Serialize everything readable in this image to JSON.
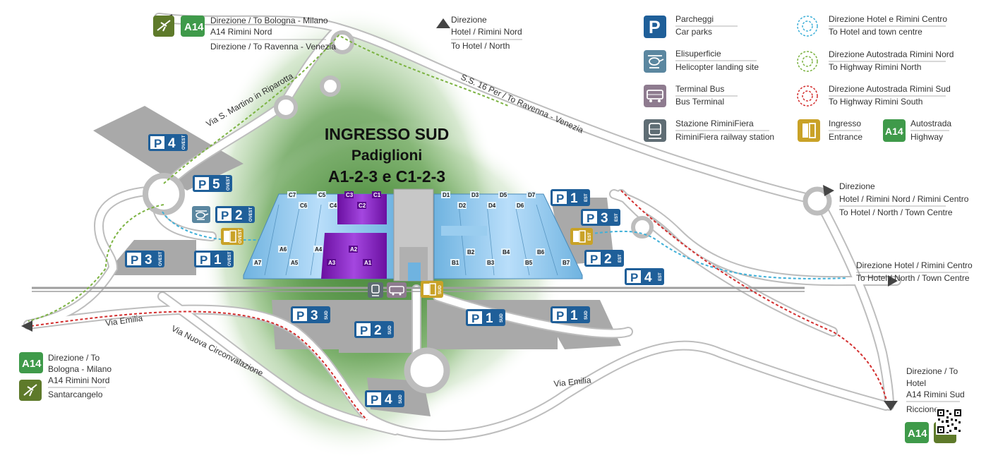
{
  "colors": {
    "road": "#ffffff",
    "road_edge": "#bdbdbd",
    "parking": "#a9a9a9",
    "parking_sign": "#1f5f99",
    "hall_blue": "#8ec6ea",
    "hall_purple": "#8a1cc2",
    "green": "#4a8a3c",
    "route_hotel": "#3fb0d8",
    "route_north": "#7cb342",
    "route_south": "#d32f2f",
    "entrance_gold": "#c9a227",
    "highway_green": "#3f9a4a",
    "airport_olive": "#5e7a2a",
    "helicopter": "#5b87a0",
    "bus": "#8e7b8f",
    "rail": "#5f6d74"
  },
  "hero": {
    "line1": "INGRESSO SUD",
    "line2": "Padiglioni",
    "line3": "A1-2-3 e C1-2-3"
  },
  "roads": {
    "via_san_martino": "Via S. Martino in Riparotta",
    "ss16": "S.S. 16 Per / To Ravenna - Venezia",
    "via_emilia_west": "Via Emilia",
    "via_nuova": "Via Nuova Circonvalazione",
    "via_emilia_south": "Via Emilia"
  },
  "directions": {
    "top_left": {
      "badge": "A14",
      "line1": "Direzione / To Bologna - Milano",
      "line2": "A14 Rimini Nord",
      "line3": "Direzione / To Ravenna - Venezia",
      "icon": "airplane-icon"
    },
    "top_center": {
      "line1": "Direzione",
      "line2": "Hotel / Rimini Nord",
      "line3": "To Hotel / North"
    },
    "right_upper": {
      "line1": "Direzione",
      "line2": "Hotel / Rimini Nord / Rimini Centro",
      "line3": "To Hotel / North / Town Centre"
    },
    "right_middle": {
      "line1": "Direzione Hotel / Rimini  Centro",
      "line2": "To Hotel / North / Town Centre"
    },
    "bottom_left": {
      "badge": "A14",
      "line1": "Direzione / To",
      "line2": "Bologna - Milano",
      "line3": "A14 Rimini Nord",
      "line4": "Santarcangelo",
      "icon": "airplane-icon"
    },
    "bottom_right": {
      "badge": "A14",
      "line1": "Direzione / To",
      "line2": "Hotel",
      "line3": "A14 Rimini Sud",
      "line4": "Riccione"
    }
  },
  "legend": {
    "parking": {
      "it": "Parcheggi",
      "en": "Car parks",
      "glyph": "P"
    },
    "heli": {
      "it": "Elisuperficie",
      "en": "Helicopter landing site"
    },
    "bus": {
      "it": "Terminal Bus",
      "en": "Bus Terminal"
    },
    "rail": {
      "it": "Stazione RiminiFiera",
      "en": "RiminiFiera railway station"
    },
    "route_hotel": {
      "it": "Direzione Hotel e Rimini Centro",
      "en": "To Hotel and town centre"
    },
    "route_north": {
      "it": "Direzione Autostrada Rimini Nord",
      "en": "To Highway Rimini North"
    },
    "route_south": {
      "it": "Direzione Autostrada Rimini Sud",
      "en": "To Highway Rimini South"
    },
    "entrance": {
      "it": "Ingresso",
      "en": "Entrance"
    },
    "highway": {
      "it": "Autostrada",
      "en": "Highway",
      "badge": "A14"
    }
  },
  "parking_lots": [
    {
      "id": "p4-ovest",
      "letter": "P",
      "num": "4",
      "side": "OVEST"
    },
    {
      "id": "p5-ovest",
      "letter": "P",
      "num": "5",
      "side": "OVEST"
    },
    {
      "id": "p2-ovest",
      "letter": "P",
      "num": "2",
      "side": "OVEST"
    },
    {
      "id": "p3-ovest",
      "letter": "P",
      "num": "3",
      "side": "OVEST"
    },
    {
      "id": "p1-ovest",
      "letter": "P",
      "num": "1",
      "side": "OVEST"
    },
    {
      "id": "p1-est",
      "letter": "P",
      "num": "1",
      "side": "EST"
    },
    {
      "id": "p3-est",
      "letter": "P",
      "num": "3",
      "side": "EST"
    },
    {
      "id": "p2-est",
      "letter": "P",
      "num": "2",
      "side": "EST"
    },
    {
      "id": "p4-est",
      "letter": "P",
      "num": "4",
      "side": "EST"
    },
    {
      "id": "p3-sud",
      "letter": "P",
      "num": "3",
      "side": "SUD"
    },
    {
      "id": "p2-sud",
      "letter": "P",
      "num": "2",
      "side": "SUD"
    },
    {
      "id": "p1-sud-a",
      "letter": "P",
      "num": "1",
      "side": "SUD"
    },
    {
      "id": "p1-sud-b",
      "letter": "P",
      "num": "1",
      "side": "SUD"
    },
    {
      "id": "p4-sud",
      "letter": "P",
      "num": "4",
      "side": "SUD"
    }
  ],
  "entrances": {
    "ovest": "OVEST",
    "est": "EST",
    "sud": "SUD"
  },
  "halls": {
    "north_row": [
      "C7",
      "C6",
      "C5",
      "C4",
      "C3",
      "C2",
      "C1",
      "D1",
      "D2",
      "D3",
      "D4",
      "D5",
      "D6",
      "D7"
    ],
    "south_row": [
      "A7",
      "A6",
      "A5",
      "A4",
      "A3",
      "A2",
      "A1",
      "B1",
      "B2",
      "B3",
      "B4",
      "B5",
      "B6",
      "B7"
    ]
  }
}
